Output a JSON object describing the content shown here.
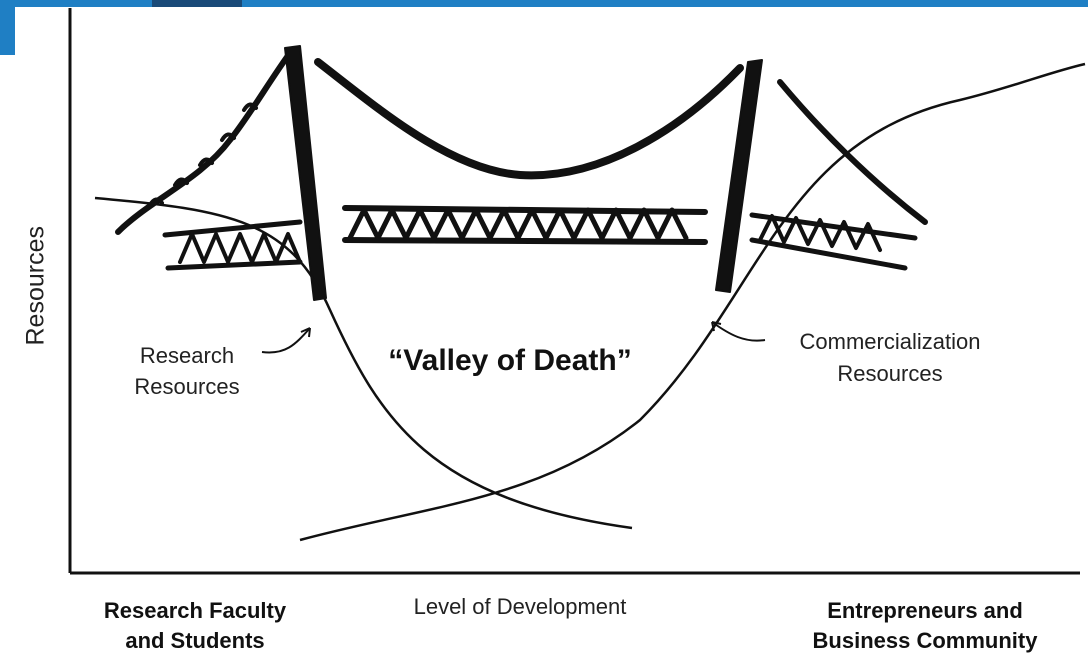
{
  "diagram": {
    "y_axis_label": "Resources",
    "x_axis_label": "Level of Development",
    "center_label": "“Valley of Death”",
    "research_curve_label": [
      "Research",
      "Resources"
    ],
    "commercialization_curve_label": [
      "Commercialization",
      "Resources"
    ],
    "left_stakeholder": [
      "Research Faculty",
      "and Students"
    ],
    "right_stakeholder": [
      "Entrepreneurs and",
      "Business Community"
    ]
  },
  "colors": {
    "header_bar": "#1f7fc4",
    "header_bar_dark": "#1a4a78",
    "ink": "#111111"
  }
}
